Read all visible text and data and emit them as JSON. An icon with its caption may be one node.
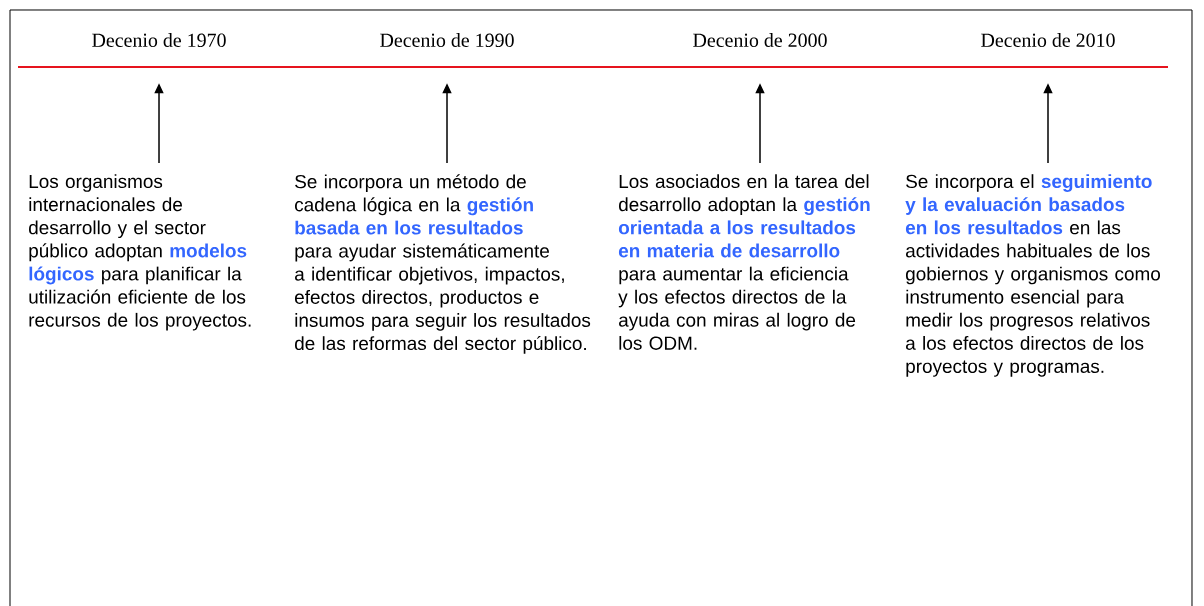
{
  "diagram": {
    "nodes": [
      {
        "text": [
          "Decenio de 1970"
        ]
      },
      {
        "text": [
          "Decenio de 1990"
        ]
      },
      {
        "text": [
          "Decenio de 2000"
        ]
      },
      {
        "text": [
          "Decenio de 2010"
        ]
      },
      {
        "text": [
          "Los organismos internacionales de desarrollo y el sector público adoptan **modelos lógicos** para planificar la utilización eficiente de los recursos de los proyectos."
        ]
      },
      {
        "text": [
          "Se incorpora un método de cadena lógica en la **gestión basada en los resultados** para ayudar sistemáticamente a identificar objetivos, impactos, efectos directos, productos e insumos para seguir los resultados de las reformas del sector público."
        ]
      },
      {
        "text": [
          "Los asociados en la tarea del desarrollo adoptan la **gestión orientada a los resultados en materia de desarrollo** para aumentar la eficiencia y los efectos directos de la ayuda con miras al logro de los ODM."
        ]
      },
      {
        "text": [
          "Se incorpora el **seguimiento y la evaluación basados en los resultados** en las actividades habituales de los gobiernos y organismos como instrumento esencial para medir los progresos relativos a los efectos directos de los proyectos y programas."
        ]
      }
    ],
    "edges": [
      {
        "from": 4,
        "to": 0,
        "arrow": "to"
      },
      {
        "from": 5,
        "to": 1,
        "arrow": "to"
      },
      {
        "from": 6,
        "to": 2,
        "arrow": "to"
      },
      {
        "from": 7,
        "to": 3,
        "arrow": "to"
      }
    ]
  }
}
